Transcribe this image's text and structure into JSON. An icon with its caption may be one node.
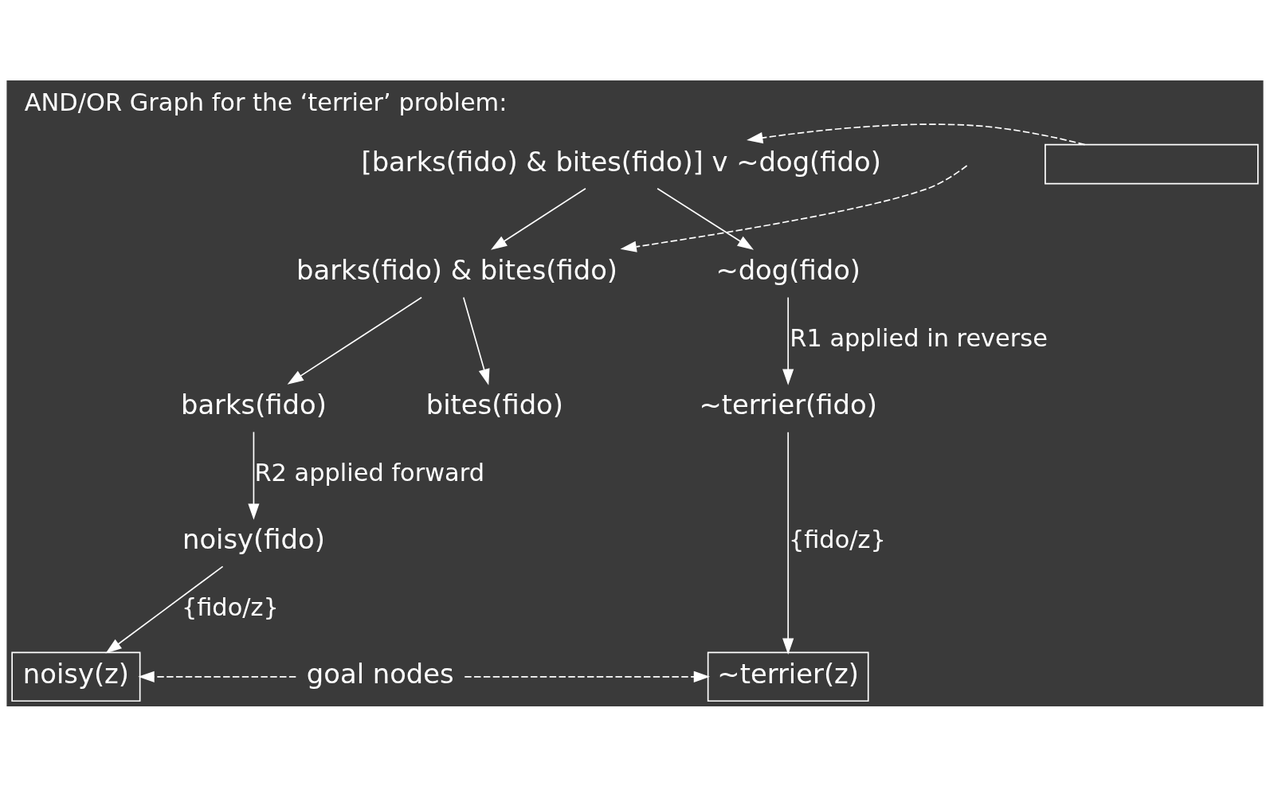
{
  "diagram": {
    "title": "AND/OR Graph for the ‘terrier’ problem:",
    "nodes": [
      {
        "text": [
          "[barks(fido) & bites(fido)] v ~dog(fido)"
        ]
      },
      {
        "text": [
          "barks(fido) & bites(fido)"
        ]
      },
      {
        "text": [
          "~dog(fido)"
        ]
      },
      {
        "text": [
          "barks(fido)"
        ]
      },
      {
        "text": [
          "bites(fido)"
        ]
      },
      {
        "text": [
          "~terrier(fido)"
        ]
      },
      {
        "text": [
          "noisy(fido)"
        ]
      },
      {
        "text": [
          "noisy(z)"
        ]
      },
      {
        "text": [
          "~terrier(z)"
        ]
      },
      {
        "text": [
          "goal nodes"
        ]
      },
      {
        "text": [],
        "shape": "box"
      }
    ],
    "edges": [
      {
        "from": 0,
        "to": 1,
        "arrow": "to"
      },
      {
        "from": 0,
        "to": 2,
        "arrow": "to"
      },
      {
        "from": 1,
        "to": 3,
        "arrow": "to"
      },
      {
        "from": 1,
        "to": 4,
        "arrow": "to"
      },
      {
        "from": 2,
        "to": 5,
        "arrow": "to",
        "label": "R1 applied in reverse"
      },
      {
        "from": 3,
        "to": 6,
        "arrow": "to",
        "label": "R2 applied forward"
      },
      {
        "from": 6,
        "to": 7,
        "arrow": "to",
        "label": "{fido/z}"
      },
      {
        "from": 5,
        "to": 8,
        "arrow": "to",
        "label": "{fido/z}"
      },
      {
        "from": 9,
        "to": 7,
        "arrow": "to",
        "style": "dashed"
      },
      {
        "from": 9,
        "to": 8,
        "arrow": "to",
        "style": "dashed"
      },
      {
        "from": null,
        "to": 1,
        "arrow": "to",
        "style": "dashed"
      },
      {
        "from": 10,
        "to": 0,
        "arrow": "to",
        "style": "dashed"
      }
    ]
  }
}
